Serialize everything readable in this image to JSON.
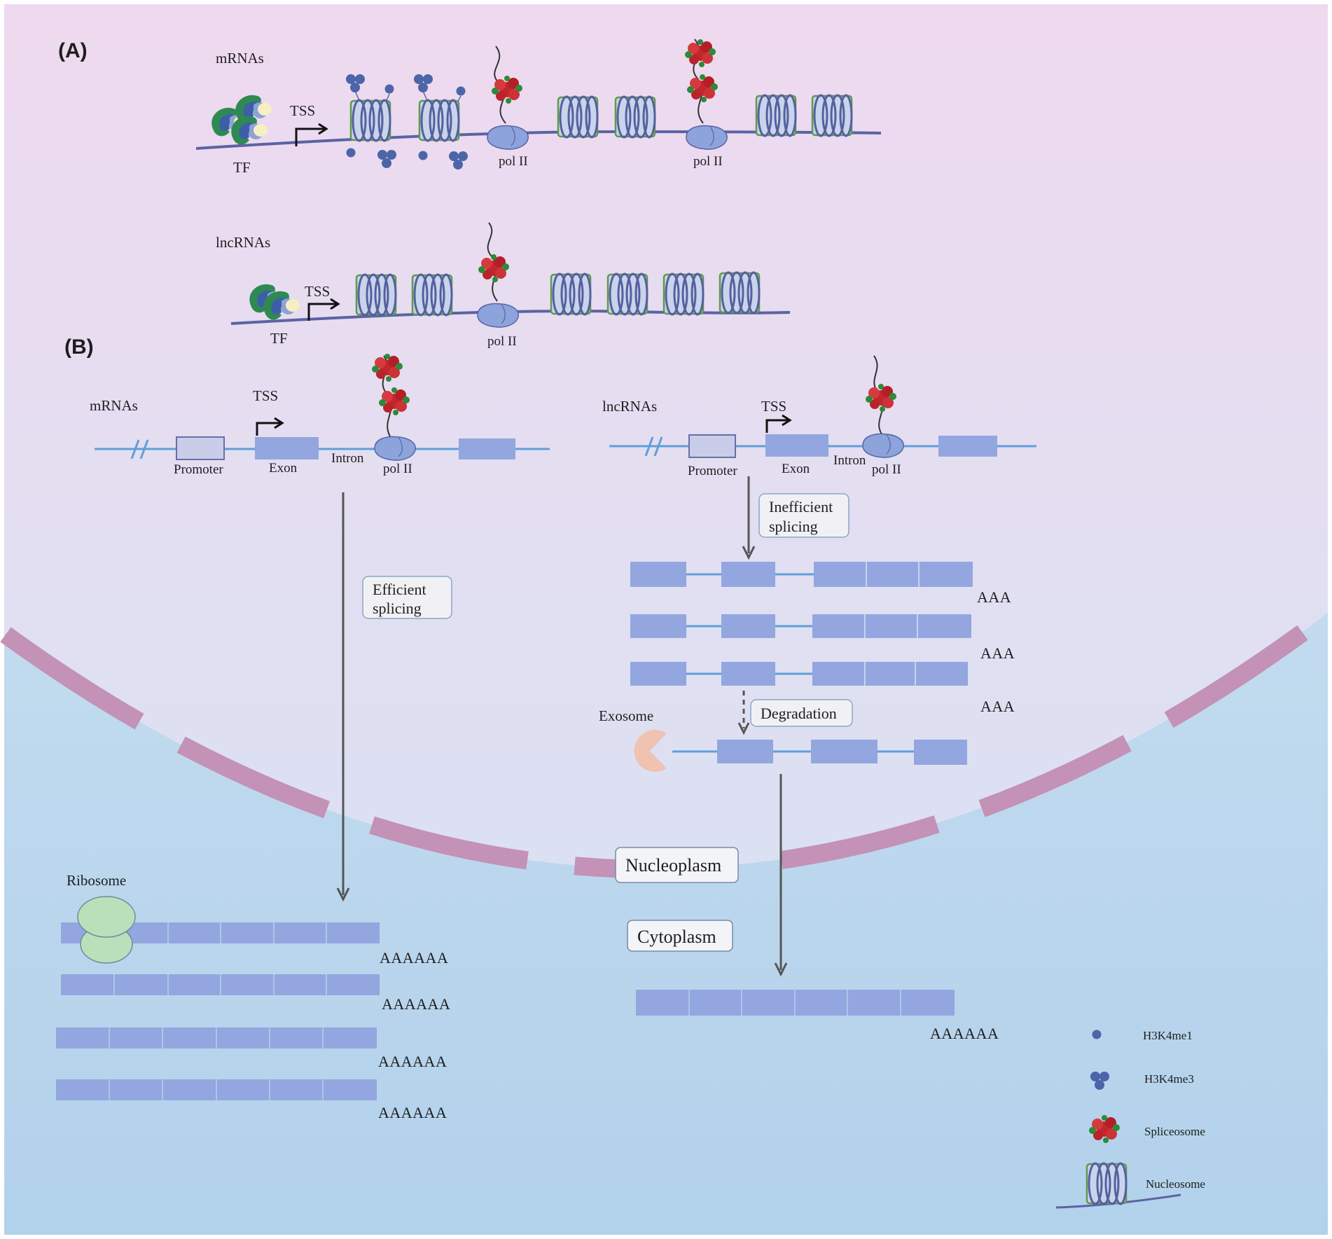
{
  "panels": {
    "a": "(A)",
    "b": "(B)"
  },
  "panel_a": {
    "mrna_title": "mRNAs",
    "lncrna_title": "lncRNAs",
    "tss": "TSS",
    "tf": "TF",
    "pol": "pol II"
  },
  "panel_b": {
    "mrna_title": "mRNAs",
    "lncrna_title": "lncRNAs",
    "tss": "TSS",
    "promoter": "Promoter",
    "exon": "Exon",
    "intron": "Intron",
    "pol": "pol II",
    "efficient_splicing": [
      "Efficient",
      "splicing"
    ],
    "inefficient_splicing": [
      "Inefficient",
      "splicing"
    ],
    "degradation": "Degradation",
    "exosome": "Exosome",
    "ribosome": "Ribosome",
    "nucleoplasm": "Nucleoplasm",
    "cytoplasm": "Cytoplasm",
    "polya_short": "AAA",
    "polya_long": "AAAAAA"
  },
  "legend": {
    "h3k4me1": "H3K4me1",
    "h3k4me3": "H3K4me3",
    "spliceosome": "Spliceosome",
    "nucleosome": "Nucleosome"
  },
  "colors": {
    "background_top": "#ecd8ee",
    "background_nucleus": "#dde0f2",
    "cytoplasm": "#b4d2ec",
    "dna": "#5a63a4",
    "exon": "#93a6df",
    "intron_line": "#5f9fd8",
    "nuclear_envelope": "#c392b6",
    "histone_mark": "#4c65a8",
    "spliceosome": "#c4262e",
    "spliceosome_green": "#2c8a3a",
    "exosome": "#f0c2b2",
    "ribosome": "#b8e0ba"
  }
}
